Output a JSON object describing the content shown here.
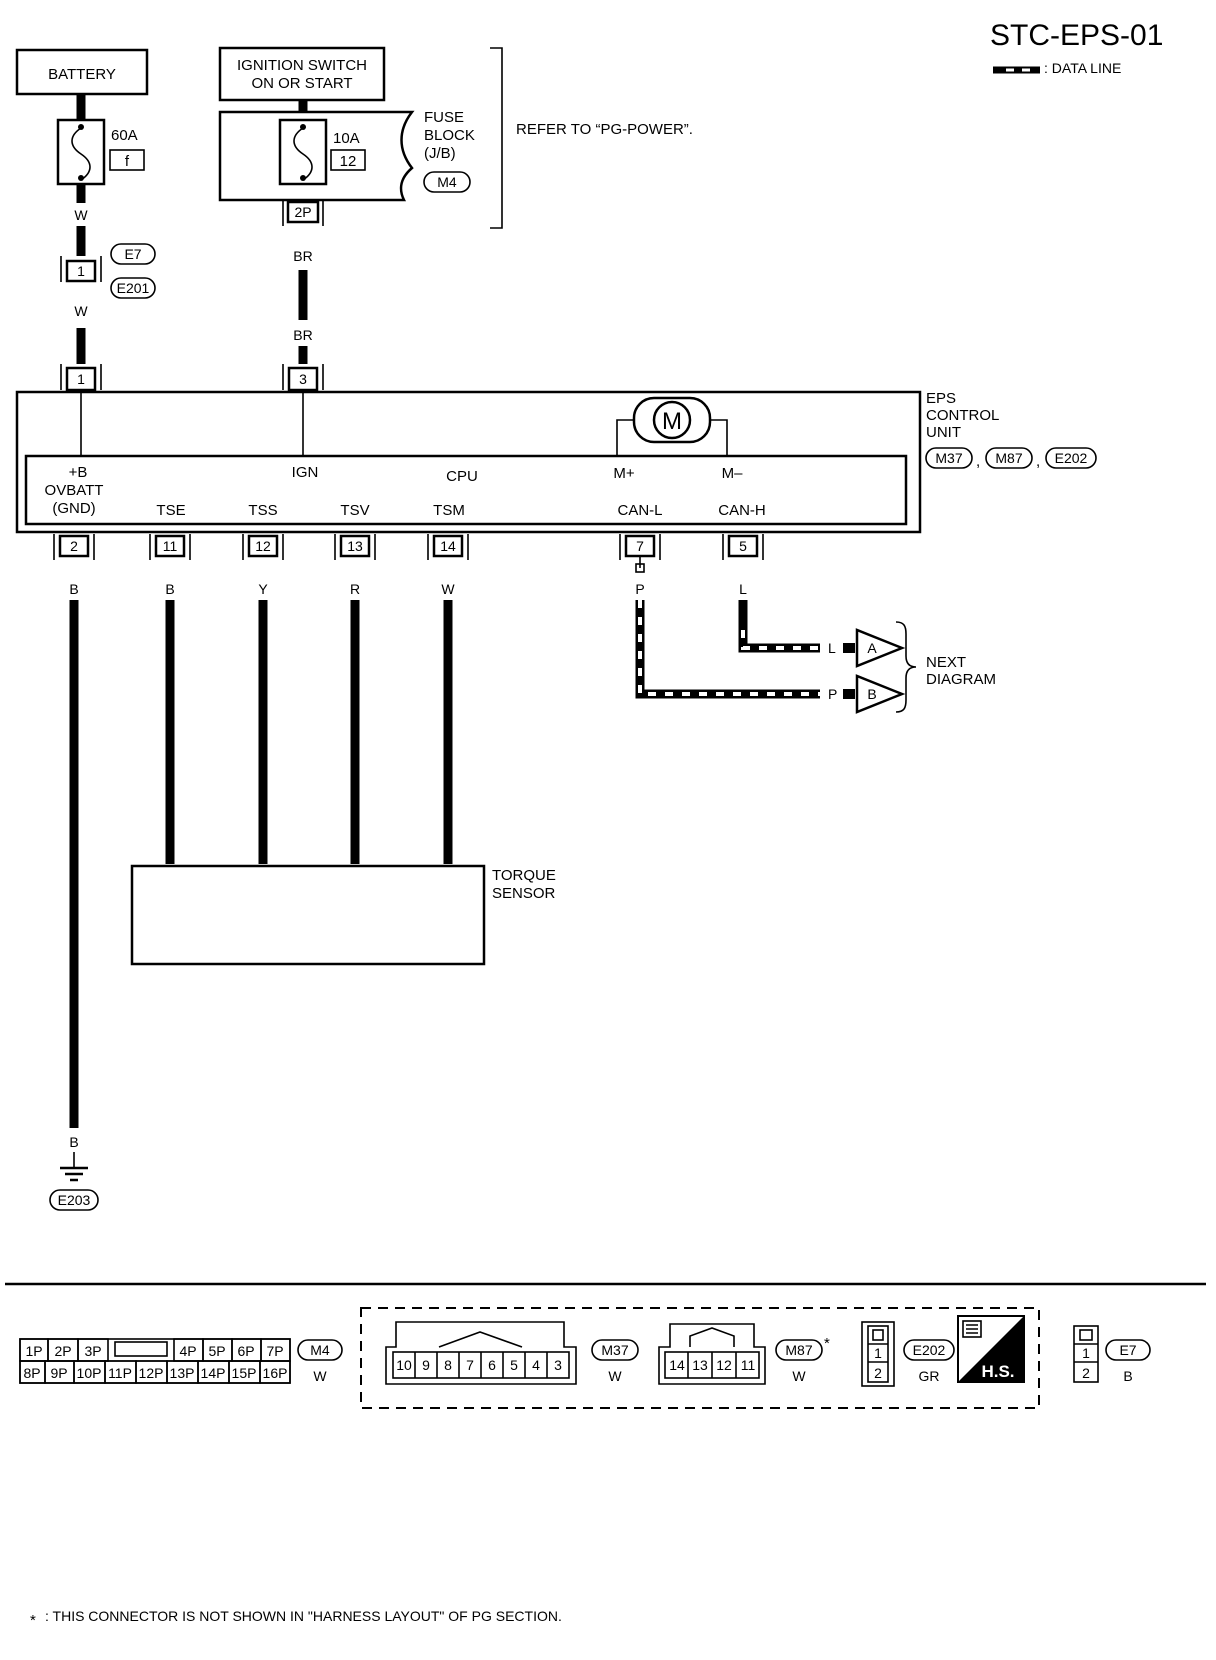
{
  "title": "STC-EPS-01",
  "legend": {
    "data_line": ": DATA LINE"
  },
  "battery": {
    "label": "BATTERY",
    "fuse_amp": "60A",
    "fuse_id": "f",
    "wire_color": "W"
  },
  "ignition": {
    "label_line1": "IGNITION SWITCH",
    "label_line2": "ON OR START"
  },
  "fuse_block": {
    "line1": "FUSE",
    "line2": "BLOCK",
    "line3": "(J/B)",
    "connector": "M4",
    "fuse_amp": "10A",
    "fuse_id": "12",
    "pin": "2P",
    "wire_color": "BR"
  },
  "refer_note": "REFER TO “PG-POWER”.",
  "joint": {
    "pin": "1",
    "conn_a": "E7",
    "conn_b": "E201",
    "wire_color": "W"
  },
  "ignition_wire": {
    "color": "BR"
  },
  "eps_unit": {
    "line1": "EPS",
    "line2": "CONTROL",
    "line3": "UNIT",
    "conns": [
      "M37",
      "M87",
      "E202"
    ],
    "sep": ",",
    "top_pins": [
      "1",
      "3"
    ],
    "motor": "M",
    "labels": {
      "b_plus": "+B",
      "ign": "IGN",
      "cpu": "CPU",
      "m_plus": "M+",
      "m_minus": "M–",
      "ovbatt": "OVBATT",
      "gnd": "(GND)",
      "tse": "TSE",
      "tss": "TSS",
      "tsv": "TSV",
      "tsm": "TSM",
      "can_l": "CAN-L",
      "can_h": "CAN-H"
    },
    "bottom_pins": [
      "2",
      "11",
      "12",
      "13",
      "14",
      "7",
      "5"
    ],
    "bottom_colors": [
      "B",
      "B",
      "Y",
      "R",
      "W",
      "P",
      "L"
    ]
  },
  "next_diagram": {
    "line1": "NEXT",
    "line2": "DIAGRAM",
    "a_color": "L",
    "a_label": "A",
    "b_color": "P",
    "b_label": "B"
  },
  "torque_sensor": {
    "line1": "TORQUE",
    "line2": "SENSOR"
  },
  "ground": {
    "color": "B",
    "conn": "E203"
  },
  "connectors": {
    "m4": {
      "top": [
        "1P",
        "2P",
        "3P",
        "4P",
        "5P",
        "6P",
        "7P"
      ],
      "bottom": [
        "8P",
        "9P",
        "10P",
        "11P",
        "12P",
        "13P",
        "14P",
        "15P",
        "16P"
      ],
      "id": "M4",
      "color": "W"
    },
    "m37": {
      "pins": [
        "10",
        "9",
        "8",
        "7",
        "6",
        "5",
        "4",
        "3"
      ],
      "id": "M37",
      "color": "W"
    },
    "m87": {
      "pins": [
        "14",
        "13",
        "12",
        "11"
      ],
      "id": "M87",
      "color": "W",
      "star": "*"
    },
    "e202": {
      "pins": [
        "1",
        "2"
      ],
      "id": "E202",
      "color": "GR"
    },
    "hs": "H.S.",
    "e7": {
      "pins": [
        "1",
        "2"
      ],
      "id": "E7",
      "color": "B"
    }
  },
  "footnote": {
    "star": "*",
    "text": ": THIS CONNECTOR IS NOT SHOWN IN \"HARNESS LAYOUT\" OF PG SECTION."
  }
}
